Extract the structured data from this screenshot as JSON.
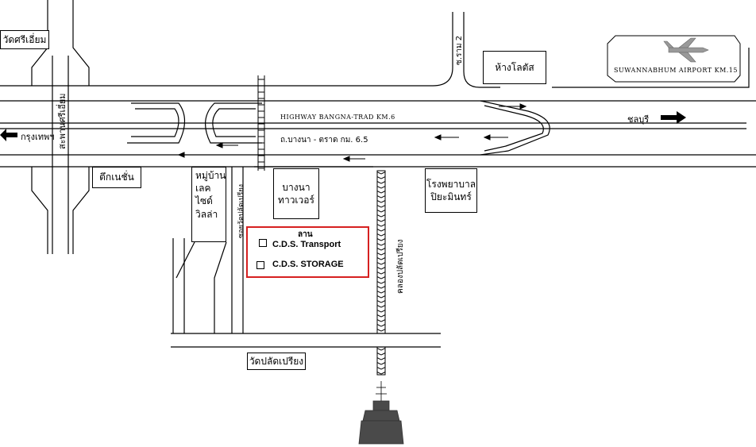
{
  "labels": {
    "wat_sri_iam": "วัดศรีเอี่ยม",
    "krung_thep": "กรุงเทพฯ",
    "sri_iam_bridge": "สะพานศรีเอี่ยม",
    "soi_ram2": "ซ.ราม 2",
    "lotus": "ห้างโลตัส",
    "airport": "SUWANNABHUM AIRPORT KM.15",
    "highway": "HIGHWAY BANGNA-TRAD KM.6",
    "bangna_trad_65": "ถ.บางนา - ตราด กม. 6.5",
    "chonburi": "ชลบุรี",
    "tuk_nation": "ตึกเนชั่น",
    "village": [
      "หมู่บ้าน",
      "เลคไซด์",
      "วิลล่า"
    ],
    "soi_watplad": "ซอยวัดปลัดเปรียง",
    "bangna_tower": [
      "บางนา",
      "ทาวเวอร์"
    ],
    "hospital": [
      "โรงพยาบาล",
      "ปิยะมินทร์"
    ],
    "canal": "คลองปลัดเปรียง",
    "wat_plad": "วัดปลัดเปรียง"
  },
  "destination": {
    "title": "ลาน",
    "items": [
      "C.D.S. Transport",
      "C.D.S. STORAGE"
    ],
    "highlight_color": "#d62020"
  },
  "icons": {
    "airplane": "airplane-icon",
    "ship": "ship-icon",
    "west_arrow": "arrow-left-icon",
    "east_arrow": "arrow-right-icon"
  }
}
